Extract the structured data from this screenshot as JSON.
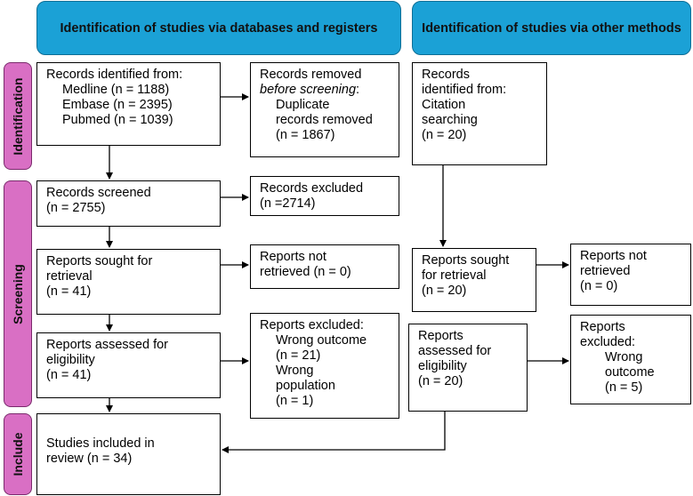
{
  "headers": {
    "databases": "Identification of studies via databases and registers",
    "other": "Identification of studies via other methods"
  },
  "phases": {
    "identification": "Identification",
    "screening": "Screening",
    "include": "Include"
  },
  "db": {
    "records_identified": {
      "heading": "Records identified from:",
      "items": [
        "Medline (n = 1188)",
        "Embase (n = 2395)",
        "Pubmed (n = 1039)"
      ]
    },
    "records_removed": {
      "heading": "Records removed",
      "italic": "before screening",
      "colon": ":",
      "items": [
        "Duplicate",
        "records removed",
        "(n = 1867)"
      ]
    },
    "records_screened": {
      "line1": "Records screened",
      "line2": "(n = 2755)"
    },
    "records_excluded": {
      "line1": "Records excluded",
      "line2": "(n =2714)"
    },
    "reports_sought": {
      "line1": "Reports sought for",
      "line2": "retrieval",
      "line3": "(n = 41)"
    },
    "reports_not_retrieved": {
      "line1": "Reports not",
      "line2": "retrieved (n = 0)"
    },
    "reports_assessed": {
      "line1": "Reports assessed for",
      "line2": "eligibility",
      "line3": "(n = 41)"
    },
    "reports_excluded": {
      "heading": "Reports excluded:",
      "items": [
        "Wrong outcome",
        "(n = 21)",
        "Wrong",
        "population",
        "(n = 1)"
      ]
    },
    "studies_included": {
      "line1": "Studies included in",
      "line2": "review (n = 34)"
    }
  },
  "other": {
    "records_identified": {
      "lines": [
        "Records",
        "identified from:",
        "Citation",
        "searching",
        "(n = 20)"
      ]
    },
    "reports_sought": {
      "lines": [
        "Reports sought",
        "for retrieval",
        "(n = 20)"
      ]
    },
    "reports_not_retrieved": {
      "lines": [
        "Reports not",
        "retrieved",
        "(n = 0)"
      ]
    },
    "reports_assessed": {
      "lines": [
        "Reports",
        "assessed for",
        "eligibility",
        "(n = 20)"
      ]
    },
    "reports_excluded": {
      "heading_lines": [
        "Reports",
        "excluded:"
      ],
      "items": [
        "Wrong",
        "outcome",
        "(n = 5)"
      ]
    }
  },
  "colors": {
    "header": "#1ba1d6",
    "phase": "#d96fc4"
  }
}
